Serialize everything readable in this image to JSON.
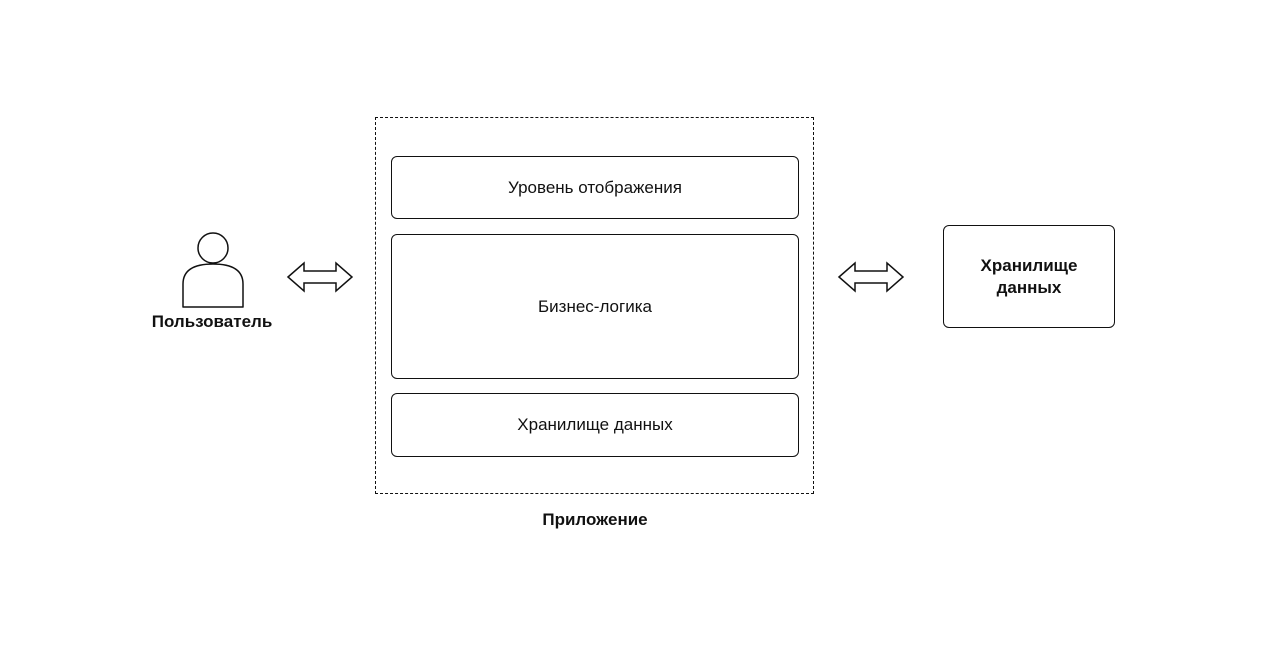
{
  "user": {
    "label": "Пользователь",
    "icon": "user-icon"
  },
  "application": {
    "label": "Приложение",
    "layers": [
      {
        "label": "Уровень отображения"
      },
      {
        "label": "Бизнес-логика"
      },
      {
        "label": "Хранилище данных"
      }
    ]
  },
  "external_store": {
    "label": "Хранилище данных"
  },
  "connectors": [
    {
      "icon": "double-arrow-icon"
    },
    {
      "icon": "double-arrow-icon"
    }
  ],
  "colors": {
    "stroke": "#111111",
    "background": "#ffffff"
  }
}
